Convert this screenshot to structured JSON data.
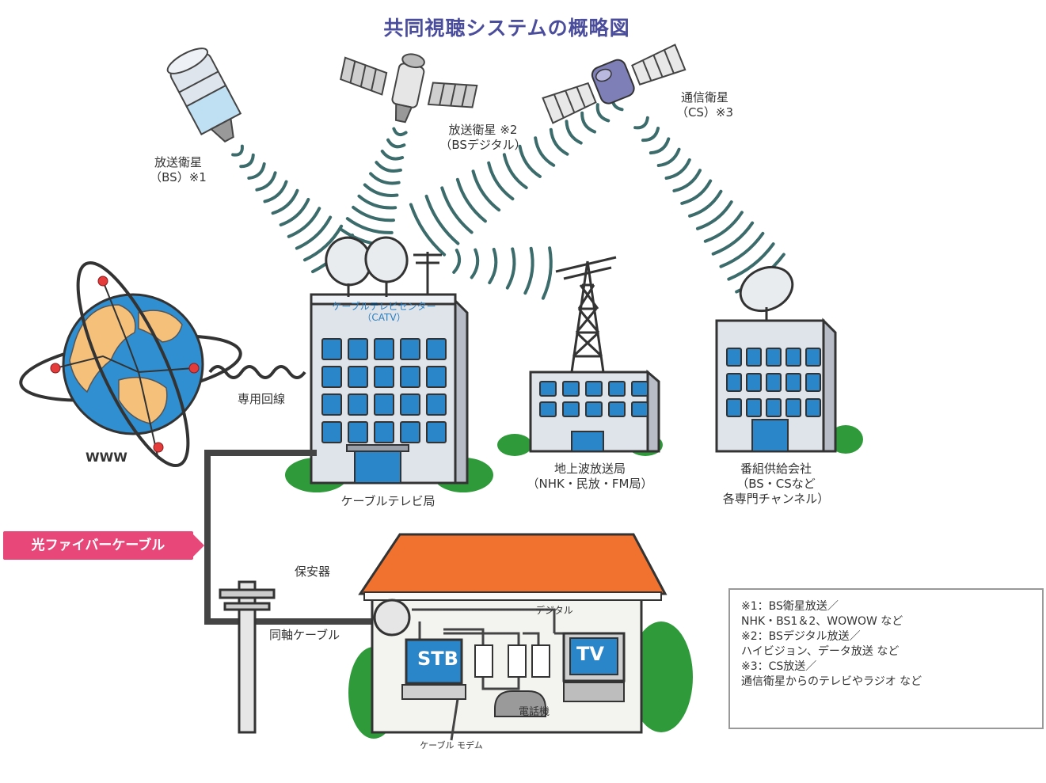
{
  "title": "共同視聴システムの概略図",
  "colors": {
    "title": "#4a4c9c",
    "badge": "#e8477a",
    "roof": "#f0722e",
    "globe_ocean": "#2f8fd0",
    "globe_land": "#f4c07a",
    "window_blue": "#2a86c8",
    "tree": "#2f9a3a",
    "wave": "#3b6b6b"
  },
  "satellites": {
    "bs1": {
      "line1": "放送衛星",
      "line2": "（BS）※1"
    },
    "bs2": {
      "line1": "放送衛星 ※2",
      "line2": "（BSデジタル）"
    },
    "cs3": {
      "line1": "通信衛星",
      "line2": "（CS）※3"
    }
  },
  "www": "WWW",
  "dedicated_line": "専用回線",
  "catv": {
    "sign_line1": "ケーブルテレビセンター",
    "sign_line2": "（CATV）",
    "label": "ケーブルテレビ局"
  },
  "terrestrial": {
    "line1": "地上波放送局",
    "line2": "（NHK・民放・FM局）"
  },
  "provider": {
    "line1": "番組供給会社",
    "line2": "（BS・CSなど",
    "line3": "各専門チャンネル）"
  },
  "fiber_label": "光ファイバーケーブル",
  "coax_label": "同軸ケーブル",
  "house": {
    "protector": "保安器",
    "digital": "デジタル",
    "stb": "STB",
    "tv": "TV",
    "phone": "電話機",
    "modem": "ケーブル モデム"
  },
  "notes": {
    "n1_a": "※1：BS衛星放送／",
    "n1_b": "NHK・BS1＆2、WOWOW など",
    "n2_a": "※2：BSデジタル放送／",
    "n2_b": "ハイビジョン、データ放送 など",
    "n3_a": "※3：CS放送／",
    "n3_b": "通信衛星からのテレビやラジオ など"
  }
}
